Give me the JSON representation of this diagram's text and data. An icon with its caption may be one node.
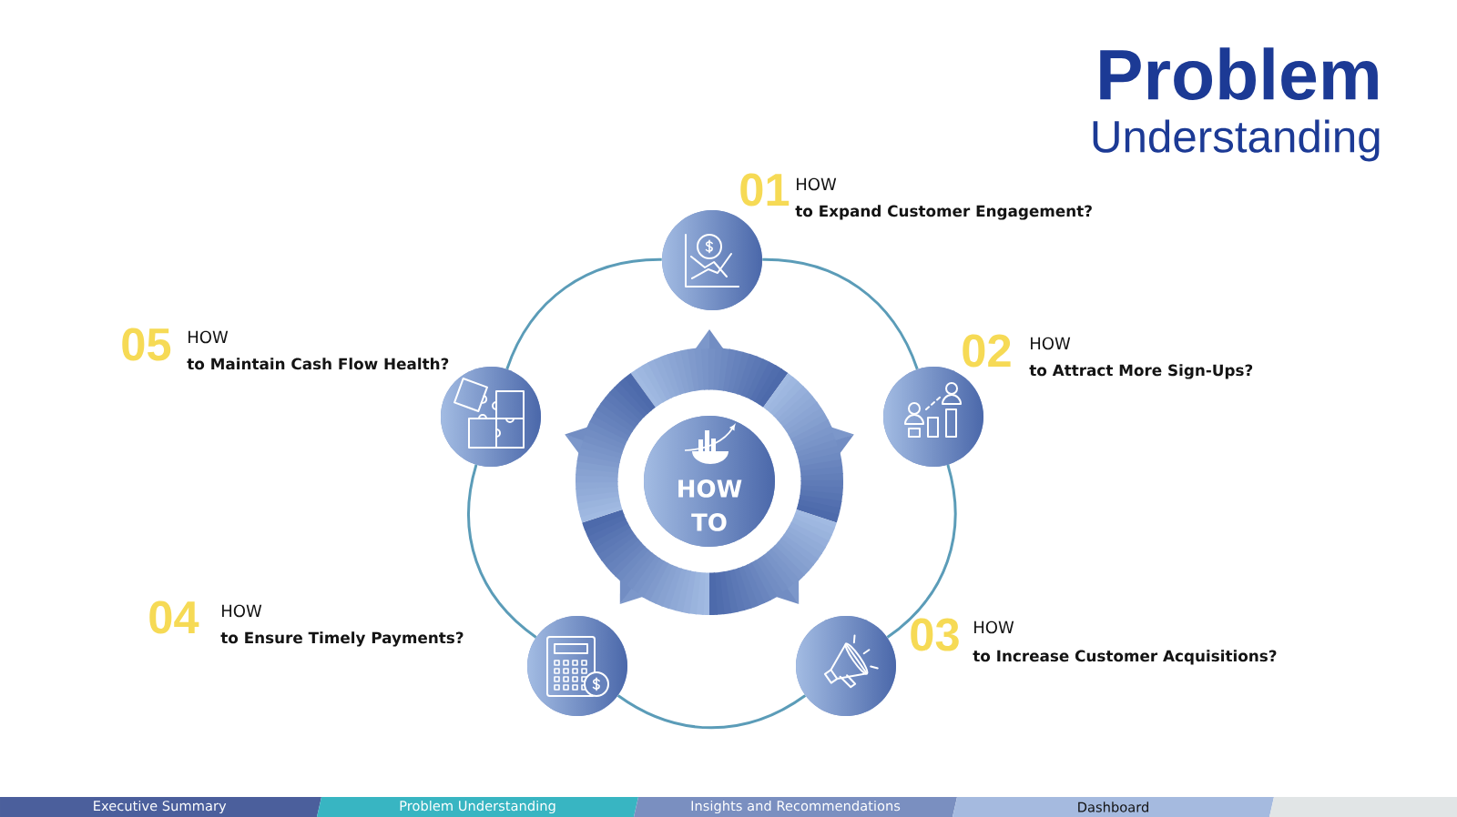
{
  "diagram": {
    "title": "**Problem** Understanding",
    "nodes": [
      {
        "text": [],
        "shape": "circle",
        "beside": [
          "01",
          "HOW",
          "to Expand Customer Engagement?"
        ]
      },
      {
        "text": [],
        "shape": "circle",
        "beside": [
          "02",
          "HOW",
          "to Attract More Sign-Ups?"
        ]
      },
      {
        "text": [],
        "shape": "circle",
        "beside": [
          "03",
          "HOW",
          "to Increase Customer Acquisitions?"
        ]
      },
      {
        "text": [],
        "shape": "circle",
        "beside": [
          "04",
          "HOW",
          "to Ensure Timely Payments?"
        ]
      },
      {
        "text": [],
        "shape": "circle",
        "beside": [
          "05",
          "HOW",
          "to Maintain Cash Flow Health?"
        ]
      },
      {
        "text": [
          "HOW TO"
        ]
      },
      {
        "text": [
          "Executive Summary"
        ]
      },
      {
        "text": [
          "Problem Understanding"
        ]
      },
      {
        "text": [
          "Insights and Recommendations"
        ]
      },
      {
        "text": [
          "Dashboard"
        ]
      },
      {
        "text": [],
        "shape": "bar"
      }
    ],
    "edges": [
      {
        "from": 0,
        "to": 1,
        "arrow": "none"
      },
      {
        "from": 1,
        "to": 2,
        "arrow": "none"
      },
      {
        "from": 2,
        "to": 3,
        "arrow": "none"
      },
      {
        "from": 3,
        "to": 4,
        "arrow": "none"
      },
      {
        "from": 4,
        "to": 0,
        "arrow": "none"
      }
    ]
  }
}
